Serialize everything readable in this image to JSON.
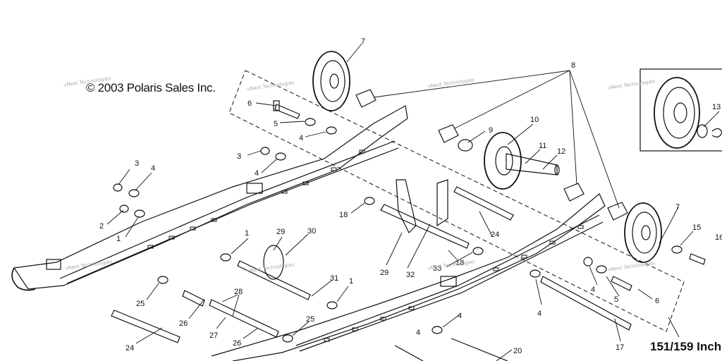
{
  "copyright": "© 2003 Polaris Sales Inc.",
  "size_label": "151/159 Inch",
  "watermark": "vNext Technologies",
  "callouts": [
    {
      "id": "c1",
      "text": "7"
    },
    {
      "id": "c2",
      "text": "8"
    },
    {
      "id": "c3",
      "text": "6"
    },
    {
      "id": "c4",
      "text": "5"
    },
    {
      "id": "c5",
      "text": "4"
    },
    {
      "id": "c6",
      "text": "3"
    },
    {
      "id": "c7",
      "text": "4"
    },
    {
      "id": "c8",
      "text": "3"
    },
    {
      "id": "c9",
      "text": "4"
    },
    {
      "id": "c10",
      "text": "2"
    },
    {
      "id": "c11",
      "text": "1"
    },
    {
      "id": "c12",
      "text": "9"
    },
    {
      "id": "c13",
      "text": "10"
    },
    {
      "id": "c14",
      "text": "11"
    },
    {
      "id": "c15",
      "text": "12"
    },
    {
      "id": "c16",
      "text": "13"
    },
    {
      "id": "c17",
      "text": "7"
    },
    {
      "id": "c18",
      "text": "15"
    },
    {
      "id": "c19",
      "text": "16"
    },
    {
      "id": "c20",
      "text": "18"
    },
    {
      "id": "c21",
      "text": "24"
    },
    {
      "id": "c22",
      "text": "1"
    },
    {
      "id": "c23",
      "text": "29"
    },
    {
      "id": "c24",
      "text": "30"
    },
    {
      "id": "c25",
      "text": "29"
    },
    {
      "id": "c26",
      "text": "32"
    },
    {
      "id": "c27",
      "text": "18"
    },
    {
      "id": "c28",
      "text": "33"
    },
    {
      "id": "c29",
      "text": "31"
    },
    {
      "id": "c30",
      "text": "1"
    },
    {
      "id": "c31",
      "text": "25"
    },
    {
      "id": "c32",
      "text": "28"
    },
    {
      "id": "c33",
      "text": "26"
    },
    {
      "id": "c34",
      "text": "27"
    },
    {
      "id": "c35",
      "text": "26"
    },
    {
      "id": "c36",
      "text": "25"
    },
    {
      "id": "c37",
      "text": "24"
    },
    {
      "id": "c38",
      "text": "4"
    },
    {
      "id": "c39",
      "text": "4"
    },
    {
      "id": "c40",
      "text": "5"
    },
    {
      "id": "c41",
      "text": "6"
    },
    {
      "id": "c42",
      "text": "4"
    },
    {
      "id": "c43",
      "text": "17"
    },
    {
      "id": "c44",
      "text": "20"
    },
    {
      "id": "c45",
      "text": "4"
    }
  ]
}
